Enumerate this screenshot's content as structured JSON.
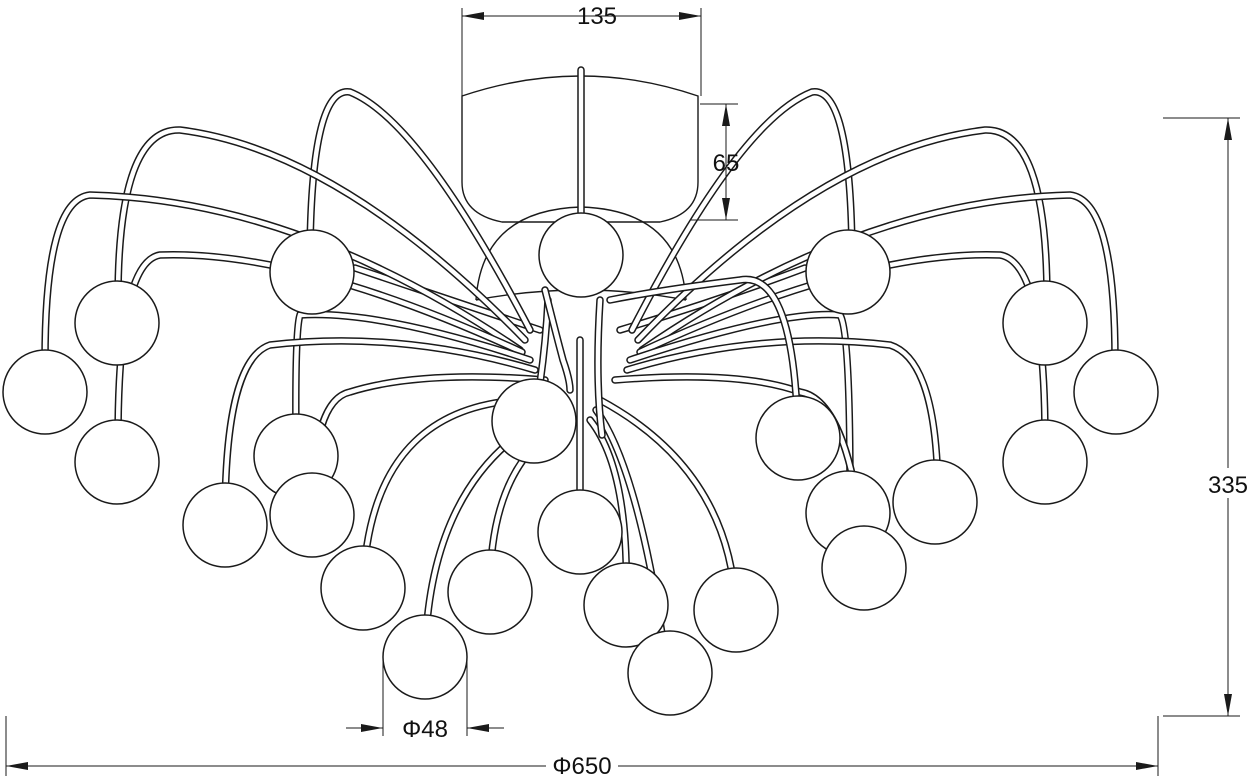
{
  "dimensions": {
    "canopy_width": "135",
    "canopy_height": "65",
    "overall_height": "335",
    "globe_diameter": "Φ48",
    "overall_diameter": "Φ650"
  }
}
